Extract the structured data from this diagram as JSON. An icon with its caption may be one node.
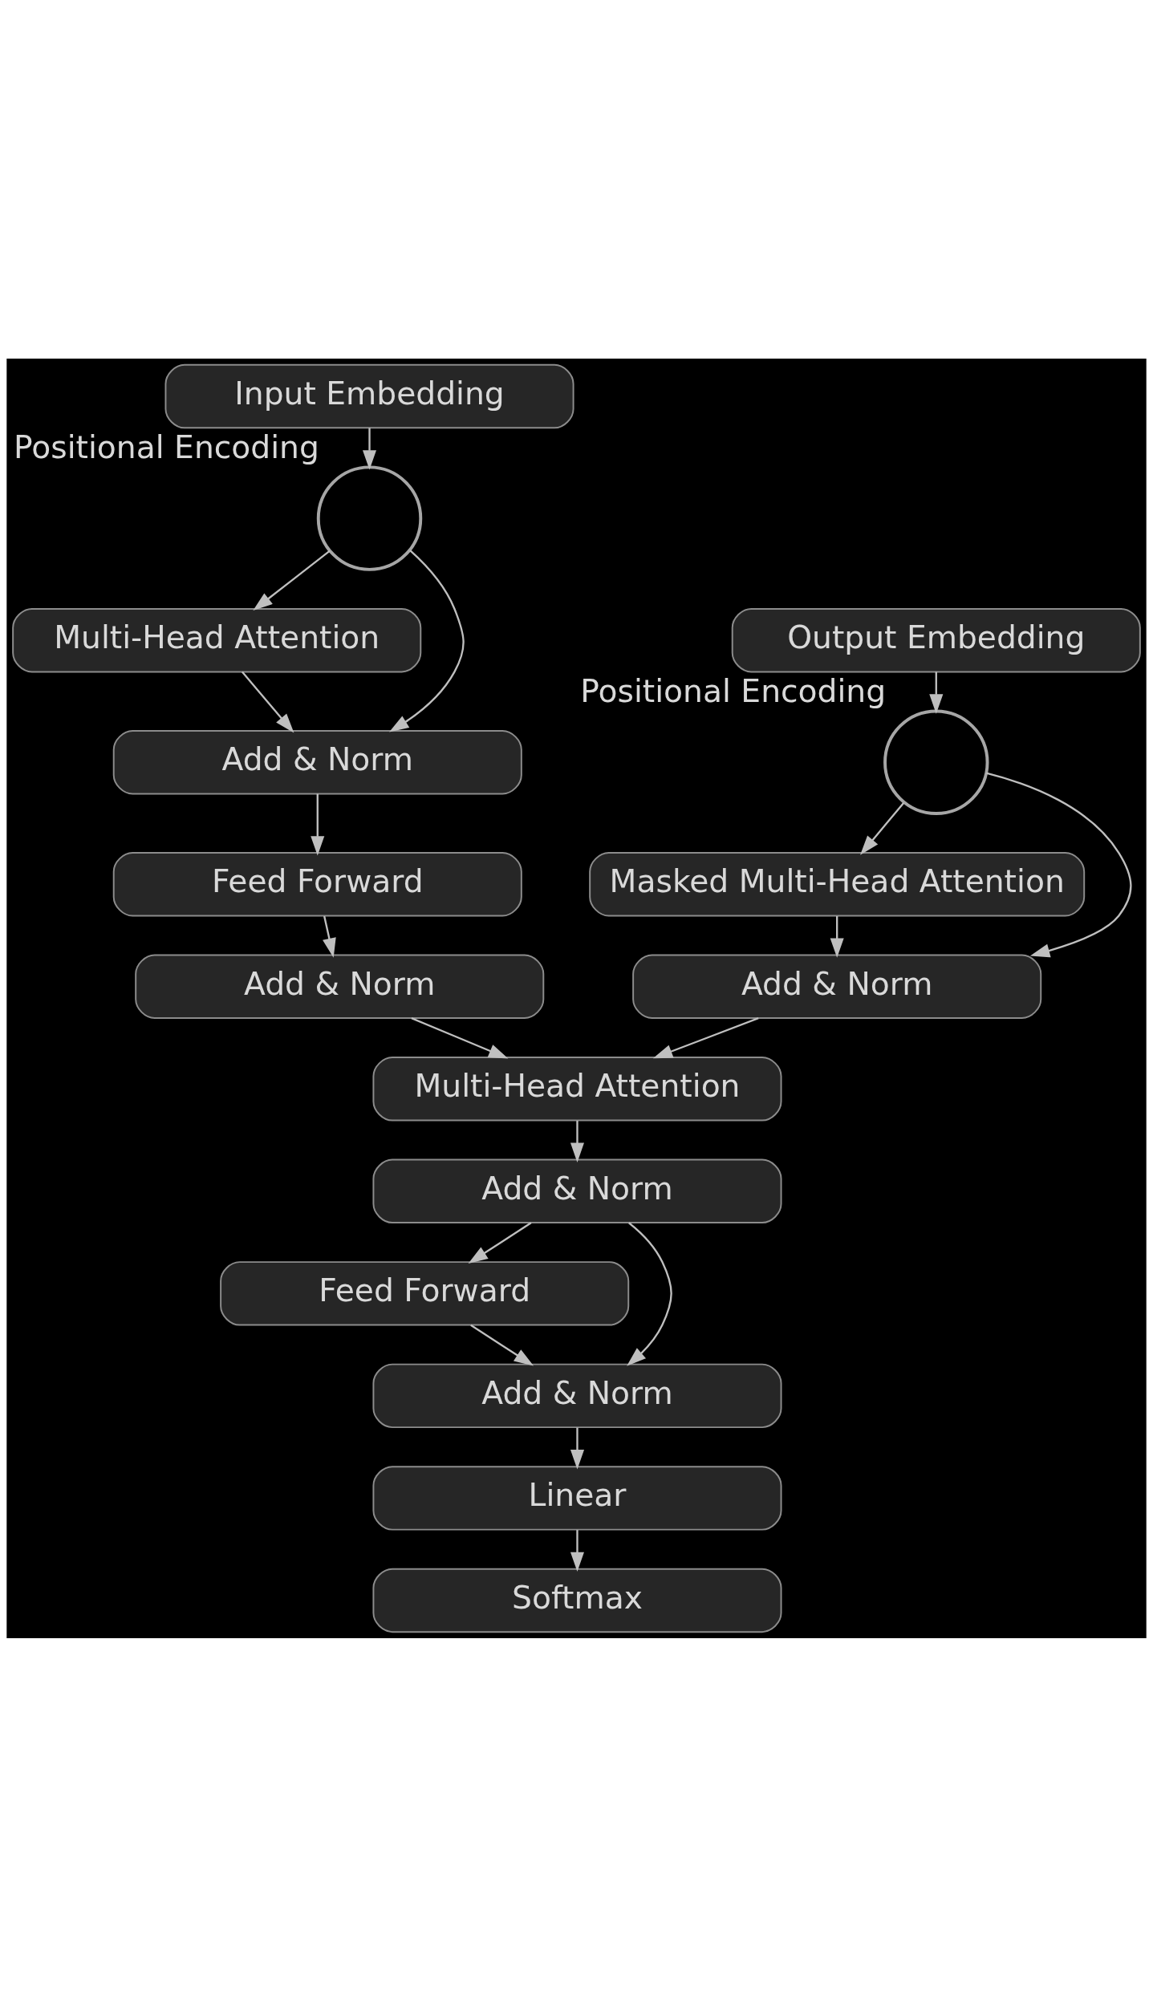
{
  "diagram": {
    "nodes": [
      {
        "text": [
          "Input Embedding"
        ]
      },
      {
        "text": [],
        "shape": "circle",
        "beside": [
          "Positional Encoding"
        ]
      },
      {
        "text": [
          "Multi-Head Attention"
        ]
      },
      {
        "text": [
          "Add & Norm"
        ]
      },
      {
        "text": [
          "Output Embedding"
        ]
      },
      {
        "text": [],
        "shape": "circle",
        "beside": [
          "Positional Encoding"
        ]
      },
      {
        "text": [
          "Masked Multi-Head Attention"
        ]
      },
      {
        "text": [
          "Add & Norm"
        ]
      },
      {
        "text": [
          "Feed Forward"
        ]
      },
      {
        "text": [
          "Add & Norm"
        ]
      },
      {
        "text": [
          "Multi-Head Attention"
        ]
      },
      {
        "text": [
          "Add & Norm"
        ]
      },
      {
        "text": [
          "Feed Forward"
        ]
      },
      {
        "text": [
          "Add & Norm"
        ]
      },
      {
        "text": [
          "Linear"
        ]
      },
      {
        "text": [
          "Softmax"
        ]
      }
    ],
    "edges": [
      {
        "from": 0,
        "to": 1,
        "arrow": "to"
      },
      {
        "from": 1,
        "to": 2,
        "arrow": "to"
      },
      {
        "from": 1,
        "to": 3,
        "arrow": "to"
      },
      {
        "from": 2,
        "to": 3,
        "arrow": "to"
      },
      {
        "from": 3,
        "to": 8,
        "arrow": "to"
      },
      {
        "from": 4,
        "to": 5,
        "arrow": "to"
      },
      {
        "from": 5,
        "to": 6,
        "arrow": "to"
      },
      {
        "from": 5,
        "to": 7,
        "arrow": "to"
      },
      {
        "from": 6,
        "to": 7,
        "arrow": "to"
      },
      {
        "from": 7,
        "to": 10,
        "arrow": "to"
      },
      {
        "from": 8,
        "to": 9,
        "arrow": "to"
      },
      {
        "from": 9,
        "to": 10,
        "arrow": "to"
      },
      {
        "from": 10,
        "to": 11,
        "arrow": "to"
      },
      {
        "from": 11,
        "to": 12,
        "arrow": "to"
      },
      {
        "from": 11,
        "to": 13,
        "arrow": "to"
      },
      {
        "from": 12,
        "to": 13,
        "arrow": "to"
      },
      {
        "from": 13,
        "to": 14,
        "arrow": "to"
      },
      {
        "from": 14,
        "to": 15,
        "arrow": "to"
      }
    ]
  }
}
